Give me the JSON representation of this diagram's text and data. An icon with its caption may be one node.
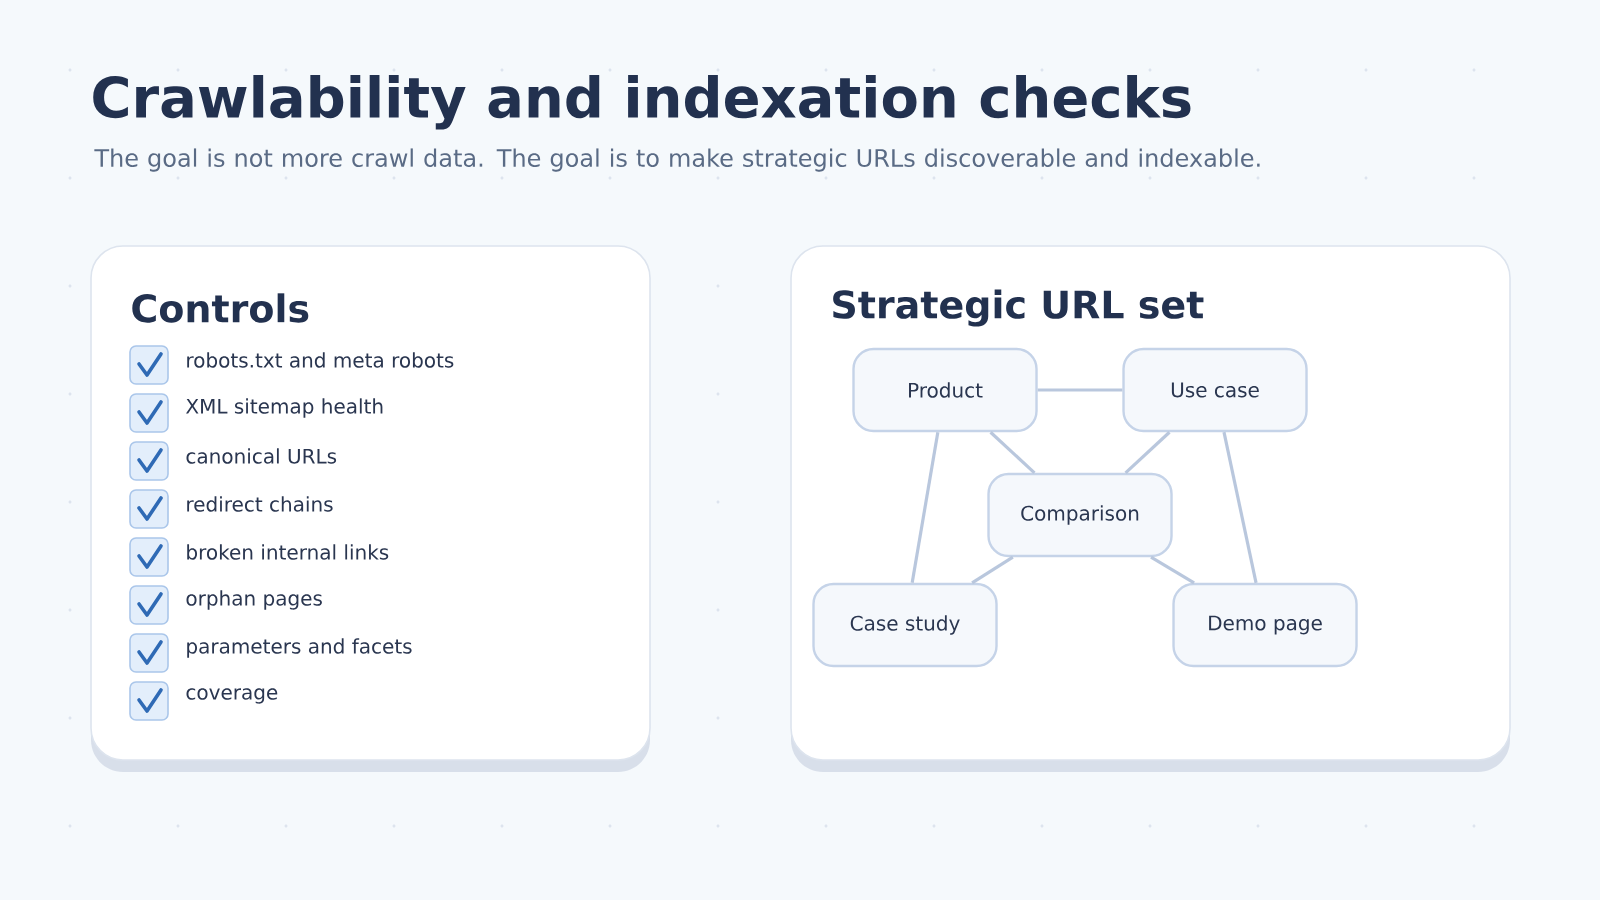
{
  "diagram": {
    "title": "Crawlability and indexation checks",
    "caption": "The goal is not more crawl data. The goal is to make strategic URLs discoverable and indexable.",
    "nodes": [
      {
        "text": [
          "Controls"
        ]
      },
      {
        "text": [
          "Strategic URL set"
        ]
      },
      {
        "text": [
          "Product"
        ],
        "in": 1
      },
      {
        "text": [
          "Use case"
        ],
        "in": 1
      },
      {
        "text": [
          "Comparison"
        ],
        "in": 1
      },
      {
        "text": [
          "Case study"
        ],
        "in": 1
      },
      {
        "text": [
          "Demo page"
        ],
        "in": 1
      }
    ],
    "edges": [
      {
        "from": 2,
        "to": 3,
        "arrow": "none"
      },
      {
        "from": 2,
        "to": 4,
        "arrow": "none"
      },
      {
        "from": 3,
        "to": 4,
        "arrow": "none"
      },
      {
        "from": 2,
        "to": 5,
        "arrow": "none"
      },
      {
        "from": 3,
        "to": 6,
        "arrow": "none"
      },
      {
        "from": 4,
        "to": 5,
        "arrow": "none"
      },
      {
        "from": 4,
        "to": 6,
        "arrow": "none"
      }
    ],
    "labels": [
      "robots.txt and meta robots",
      "XML sitemap health",
      "canonical URLs",
      "redirect chains",
      "broken internal links",
      "orphan pages",
      "parameters and facets",
      "coverage"
    ]
  }
}
